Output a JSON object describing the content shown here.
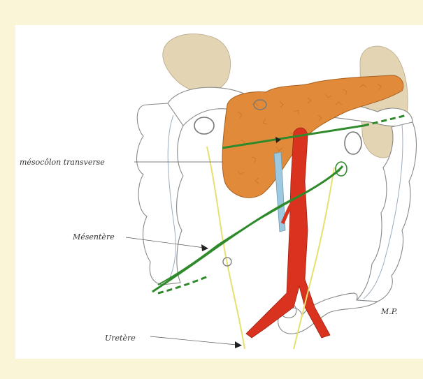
{
  "labels": {
    "mesocolon": "mésocôlon transverse",
    "mesentere": "Mésentère",
    "uretere": "Uretère",
    "signature": "M.P."
  },
  "colors": {
    "background": "#fbf5d8",
    "panel": "#ffffff",
    "kidney": "#e3d4b4",
    "pancreas": "#e08a3a",
    "artery": "#d9331f",
    "vein": "#9cc8e0",
    "ureter": "#e6e070",
    "peritoneal_line": "#2e8a2a",
    "bowel_outline": "#888888"
  }
}
